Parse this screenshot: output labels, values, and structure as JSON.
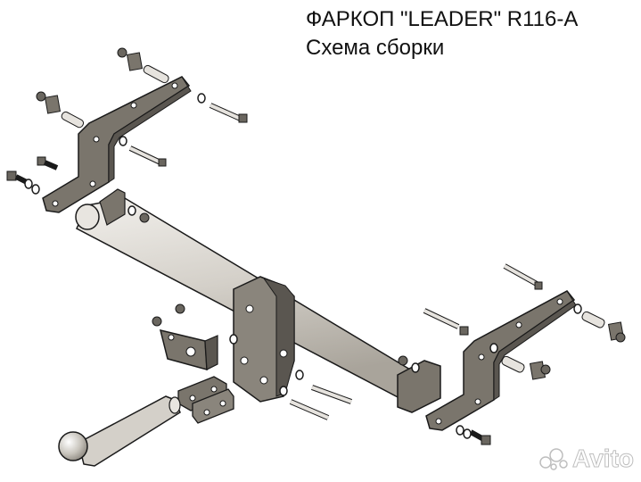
{
  "header": {
    "title": "ФАРКОП \"LEADER\" R116-A",
    "subtitle": "Схема сборки"
  },
  "watermark": {
    "text": "Avito",
    "icon": "avito-logo-icon"
  },
  "colors": {
    "background": "#ffffff",
    "bracket": "#7a756c",
    "bracket_dark": "#5a5650",
    "tube": "#d9d6d0",
    "outline": "#1a1a1a"
  }
}
